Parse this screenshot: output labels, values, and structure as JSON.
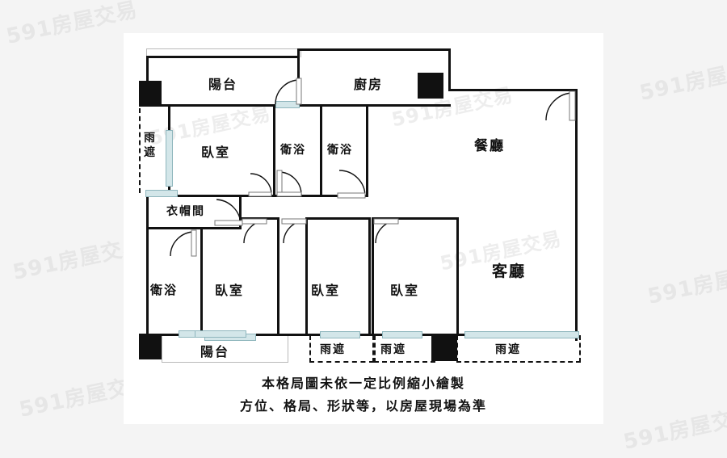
{
  "document": {
    "type": "floor-plan",
    "watermark_text": "591房屋交易",
    "background_color": "#f4f4f4",
    "sheet_color": "#ffffff",
    "wall_color": "#111111",
    "window_color": "#d3e6e9",
    "window_border_color": "#8fb6bd"
  },
  "caption": {
    "line1": "本格局圖未依一定比例縮小繪製",
    "line2": "方位、格局、形狀等，以房屋現場為準"
  },
  "rooms": [
    {
      "id": "balcony-top",
      "label": "陽台",
      "role": "balcony"
    },
    {
      "id": "kitchen",
      "label": "廚房",
      "role": "kitchen"
    },
    {
      "id": "bedroom-1",
      "label": "臥室",
      "role": "bedroom"
    },
    {
      "id": "bathroom-1",
      "label": "衛浴",
      "role": "bathroom"
    },
    {
      "id": "bathroom-2",
      "label": "衛浴",
      "role": "bathroom"
    },
    {
      "id": "dining",
      "label": "餐廳",
      "role": "dining"
    },
    {
      "id": "living",
      "label": "客廳",
      "role": "living"
    },
    {
      "id": "closet",
      "label": "衣帽間",
      "role": "closet"
    },
    {
      "id": "bathroom-3",
      "label": "衛浴",
      "role": "bathroom"
    },
    {
      "id": "bedroom-2",
      "label": "臥室",
      "role": "bedroom"
    },
    {
      "id": "bedroom-3",
      "label": "臥室",
      "role": "bedroom"
    },
    {
      "id": "bedroom-4",
      "label": "臥室",
      "role": "bedroom"
    },
    {
      "id": "balcony-bottom",
      "label": "陽台",
      "role": "balcony"
    }
  ],
  "eaves": [
    {
      "id": "eave-left",
      "label": "雨遮",
      "position": "left-vertical"
    },
    {
      "id": "eave-mid-1",
      "label": "雨遮",
      "position": "bottom-left"
    },
    {
      "id": "eave-mid-2",
      "label": "雨遮",
      "position": "bottom-center"
    },
    {
      "id": "eave-right",
      "label": "雨遮",
      "position": "bottom-right"
    }
  ],
  "watermarks": [
    {
      "id": "wm-1",
      "text": "591房屋交易"
    },
    {
      "id": "wm-2",
      "text": "591房屋交易"
    },
    {
      "id": "wm-3",
      "text": "591房屋交易"
    },
    {
      "id": "wm-4",
      "text": "591房屋交易"
    },
    {
      "id": "wm-5",
      "text": "591房屋交易"
    },
    {
      "id": "wm-6",
      "text": "591房屋交易"
    },
    {
      "id": "wm-7",
      "text": "591房屋交易"
    },
    {
      "id": "wm-8",
      "text": "591房屋交易"
    },
    {
      "id": "wm-9",
      "text": "591房屋交易"
    }
  ]
}
